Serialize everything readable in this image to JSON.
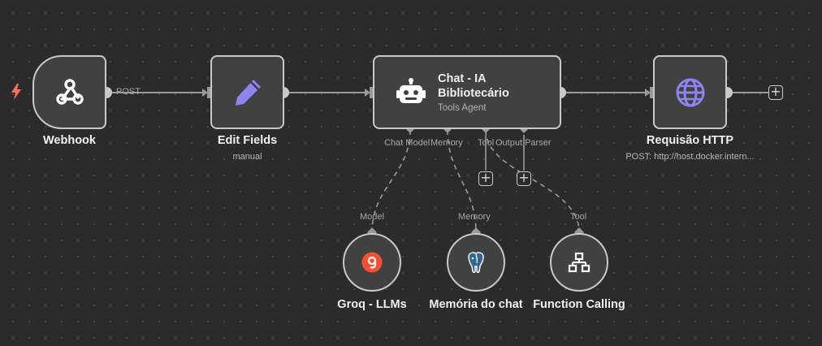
{
  "workflow": {
    "nodes": {
      "webhook": {
        "label": "Webhook",
        "icon": "webhook-icon",
        "trigger_icon": "lightning-bolt-icon"
      },
      "edit_fields": {
        "label": "Edit Fields",
        "subtitle": "manual",
        "icon": "pencil-icon"
      },
      "agent": {
        "title_line1": "Chat - IA",
        "title_line2": "Bibliotecário",
        "subtitle": "Tools Agent",
        "icon": "robot-icon",
        "ports": [
          "Chat Model",
          "Memory",
          "Tool",
          "Output Parser"
        ]
      },
      "http": {
        "label": "Requisão HTTP",
        "subtitle": "POST: http://host.docker.intern...",
        "icon": "globe-icon"
      },
      "groq": {
        "label": "Groq - LLMs",
        "port_label": "Model",
        "icon": "groq-logo-icon"
      },
      "memory": {
        "label": "Memória do chat",
        "port_label": "Memory",
        "icon": "postgres-elephant-icon"
      },
      "function": {
        "label": "Function Calling",
        "port_label": "Tool",
        "icon": "network-icon"
      }
    },
    "connections": {
      "webhook_to_edit_label": "POST"
    },
    "add_button_symbol": "+"
  },
  "colors": {
    "canvas": "#2b2b2b",
    "node_fill": "#414141",
    "node_border": "#c9c9c9",
    "accent_purple": "#8e83f0",
    "trigger_red": "#ff6d5a",
    "groq_orange": "#f55036",
    "postgres_blue": "#336791"
  }
}
